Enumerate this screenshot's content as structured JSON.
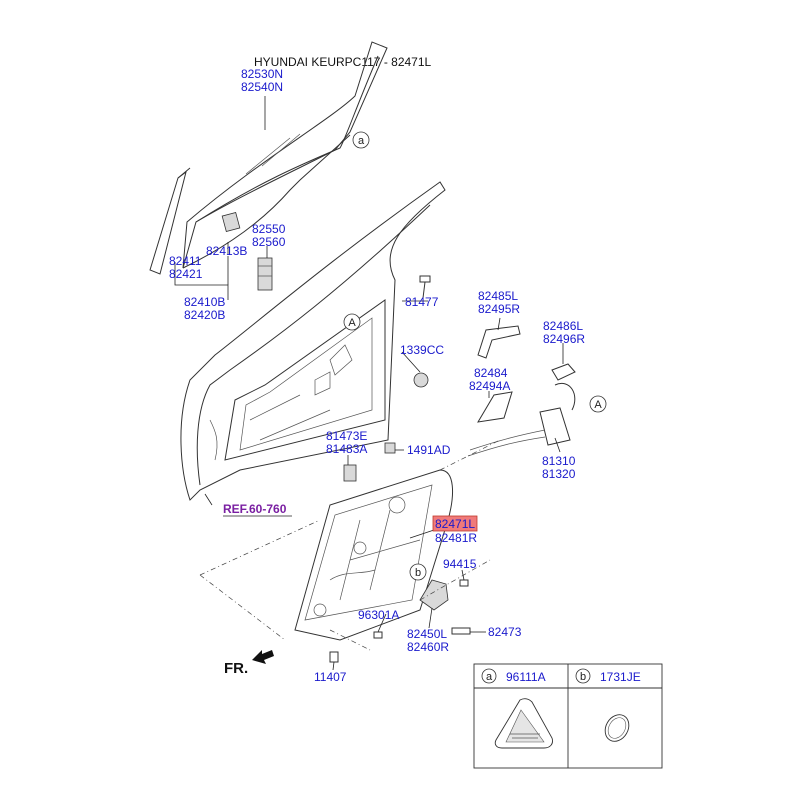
{
  "title": "HYUNDAI KEURPC117 - 82471L",
  "labels": {
    "p82530": "82530N",
    "p82540": "82540N",
    "p82550": "82550",
    "p82560": "82560",
    "p82413b": "82413B",
    "p82411": "82411",
    "p82421": "82421",
    "p82410b": "82410B",
    "p82420b": "82420B",
    "p81477": "81477",
    "p1339cc": "1339CC",
    "p82485l": "82485L",
    "p82495r": "82495R",
    "p82486l": "82486L",
    "p82496r": "82496R",
    "p82484": "82484",
    "p82494a": "82494A",
    "p81473e": "81473E",
    "p81483a": "81483A",
    "p1491ad": "1491AD",
    "p81310": "81310",
    "p81320": "81320",
    "p82471l": "82471L",
    "p82481r": "82481R",
    "p94415": "94415",
    "p96301a": "96301A",
    "p82473": "82473",
    "p82450l": "82450L",
    "p82460r": "82460R",
    "p11407": "11407",
    "ref": "REF.60-760",
    "fr": "FR."
  },
  "callouts": {
    "a": "a",
    "A": "A",
    "b": "b"
  },
  "legend": {
    "a_key": "a",
    "a_part": "96111A",
    "b_key": "b",
    "b_part": "1731JE"
  },
  "colors": {
    "label": "#1a1acc",
    "highlight": "#f07a7a",
    "ref": "#7a1fa2"
  }
}
